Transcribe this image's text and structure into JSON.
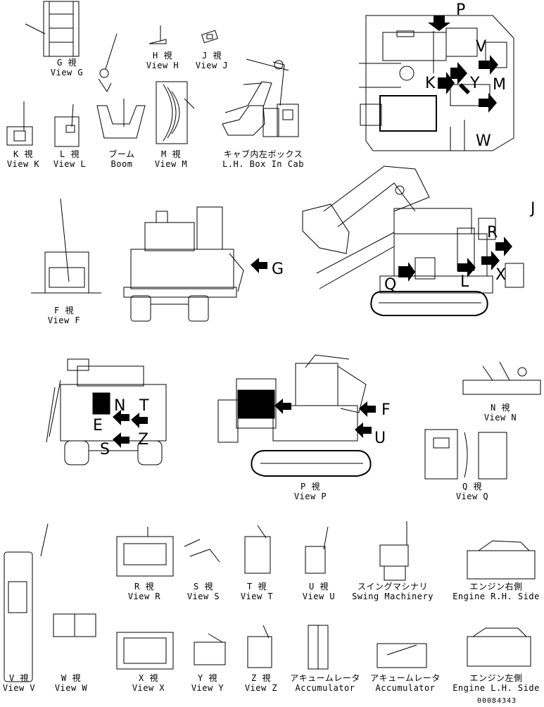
{
  "views": {
    "g": {
      "jp": "G 視",
      "en": "View G"
    },
    "h": {
      "jp": "H 視",
      "en": "View H"
    },
    "j": {
      "jp": "J 視",
      "en": "View J"
    },
    "k": {
      "jp": "K 視",
      "en": "View K"
    },
    "l": {
      "jp": "L 視",
      "en": "View L"
    },
    "boom": {
      "jp": "ブーム",
      "en": "Boom"
    },
    "m": {
      "jp": "M 視",
      "en": "View M"
    },
    "cab": {
      "jp": "キャブ内左ボックス",
      "en": "L.H. Box In Cab"
    },
    "f": {
      "jp": "F 視",
      "en": "View F"
    },
    "n": {
      "jp": "N 視",
      "en": "View N"
    },
    "p": {
      "jp": "P 視",
      "en": "View P"
    },
    "q": {
      "jp": "Q 視",
      "en": "View Q"
    },
    "r": {
      "jp": "R 視",
      "en": "View R"
    },
    "s": {
      "jp": "S 視",
      "en": "View S"
    },
    "t": {
      "jp": "T 視",
      "en": "View T"
    },
    "u": {
      "jp": "U 視",
      "en": "View U"
    },
    "swing": {
      "jp": "スイングマシナリ",
      "en": "Swing Machinery"
    },
    "engrh": {
      "jp": "エンジン右側",
      "en": "Engine R.H. Side"
    },
    "v": {
      "jp": "V 視",
      "en": "View V"
    },
    "w": {
      "jp": "W 視",
      "en": "View W"
    },
    "x": {
      "jp": "X 視",
      "en": "View X"
    },
    "y": {
      "jp": "Y 視",
      "en": "View Y"
    },
    "z": {
      "jp": "Z 視",
      "en": "View Z"
    },
    "acc1": {
      "jp": "アキュームレータ",
      "en": "Accumulator"
    },
    "acc2": {
      "jp": "アキュームレータ",
      "en": "Accumulator"
    },
    "englh": {
      "jp": "エンジン左側",
      "en": "Engine L.H. Side"
    }
  },
  "callouts": {
    "top": [
      "P",
      "V",
      "K",
      "M",
      "Y",
      "W"
    ],
    "side": [
      "J",
      "R",
      "L",
      "X",
      "Q"
    ],
    "front": [
      "G"
    ],
    "rear": [
      "N",
      "T",
      "E",
      "S",
      "Z"
    ],
    "left": [
      "F",
      "U"
    ]
  },
  "doc_number": "00084343"
}
